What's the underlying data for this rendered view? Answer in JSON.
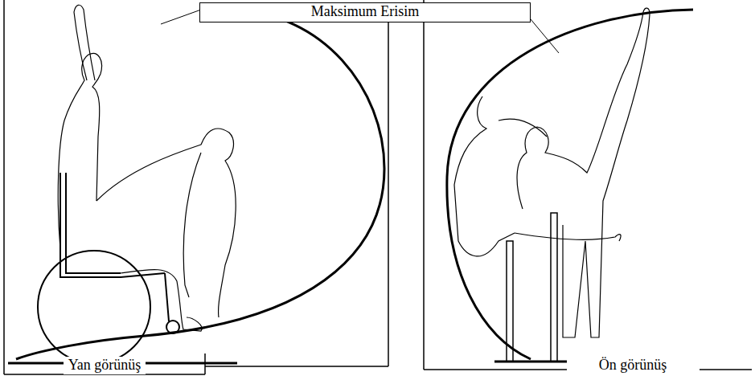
{
  "diagram": {
    "nodes": [
      {
        "text": [
          "Maksimum Erisim"
        ]
      }
    ],
    "labels": [
      "Yan görünüş",
      "Ön görünüş"
    ]
  }
}
